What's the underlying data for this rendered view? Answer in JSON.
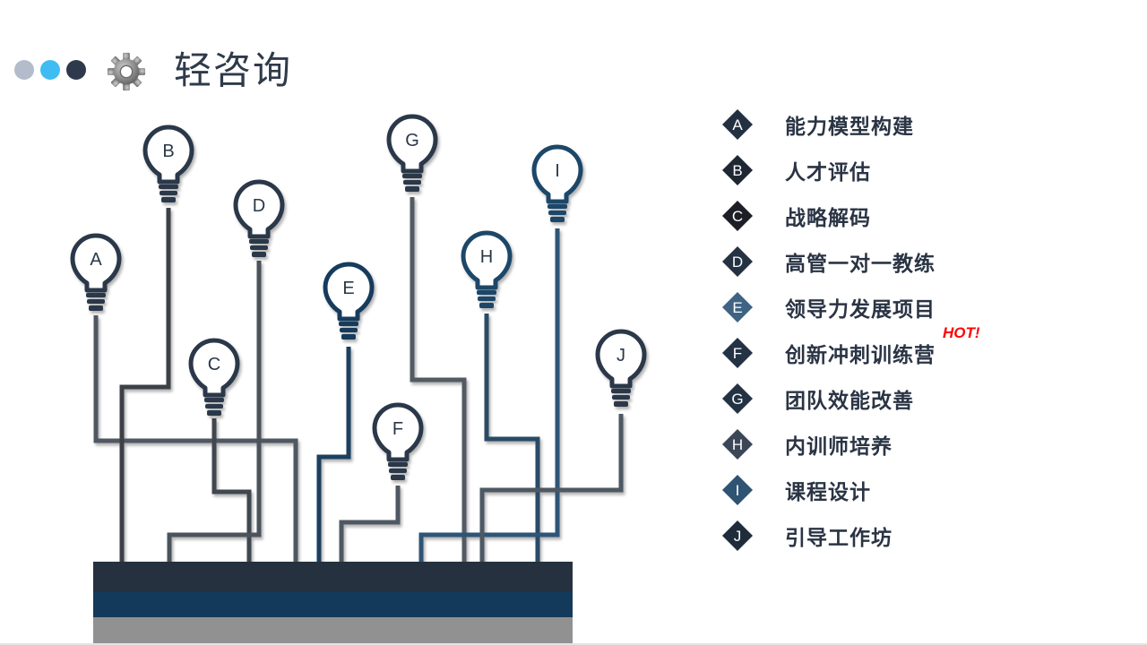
{
  "header": {
    "title": "轻咨询",
    "dots": [
      "#b3bccb",
      "#3fbdf3",
      "#2e3a4c"
    ],
    "icon": "gear-icon"
  },
  "illustration": {
    "bulbs": [
      {
        "letter": "A",
        "color": "#2b3748"
      },
      {
        "letter": "B",
        "color": "#2b3748"
      },
      {
        "letter": "C",
        "color": "#2b3748"
      },
      {
        "letter": "D",
        "color": "#2b3748"
      },
      {
        "letter": "E",
        "color": "#163a5c"
      },
      {
        "letter": "F",
        "color": "#2b3748"
      },
      {
        "letter": "G",
        "color": "#2b3748"
      },
      {
        "letter": "H",
        "color": "#1d4768"
      },
      {
        "letter": "I",
        "color": "#1d4768"
      },
      {
        "letter": "J",
        "color": "#2b3748"
      }
    ],
    "base_colors": [
      "#25313e",
      "#133a5a",
      "#919191"
    ]
  },
  "legend": {
    "items": [
      {
        "letter": "A",
        "label": "能力模型构建",
        "color": "#233040"
      },
      {
        "letter": "B",
        "label": "人才评估",
        "color": "#1f2733"
      },
      {
        "letter": "C",
        "label": "战略解码",
        "color": "#1c1f25"
      },
      {
        "letter": "D",
        "label": "高管一对一教练",
        "color": "#243242"
      },
      {
        "letter": "E",
        "label": "领导力发展项目",
        "color": "#3f6383"
      },
      {
        "letter": "F",
        "label": "创新冲刺训练营",
        "color": "#233244"
      },
      {
        "letter": "G",
        "label": "团队效能改善",
        "color": "#243344"
      },
      {
        "letter": "H",
        "label": "内训师培养",
        "color": "#3b4656"
      },
      {
        "letter": "I",
        "label": "课程设计",
        "color": "#2f5373"
      },
      {
        "letter": "J",
        "label": "引导工作坊",
        "color": "#1f2d3b"
      }
    ],
    "hot_badge": "HOT!"
  }
}
